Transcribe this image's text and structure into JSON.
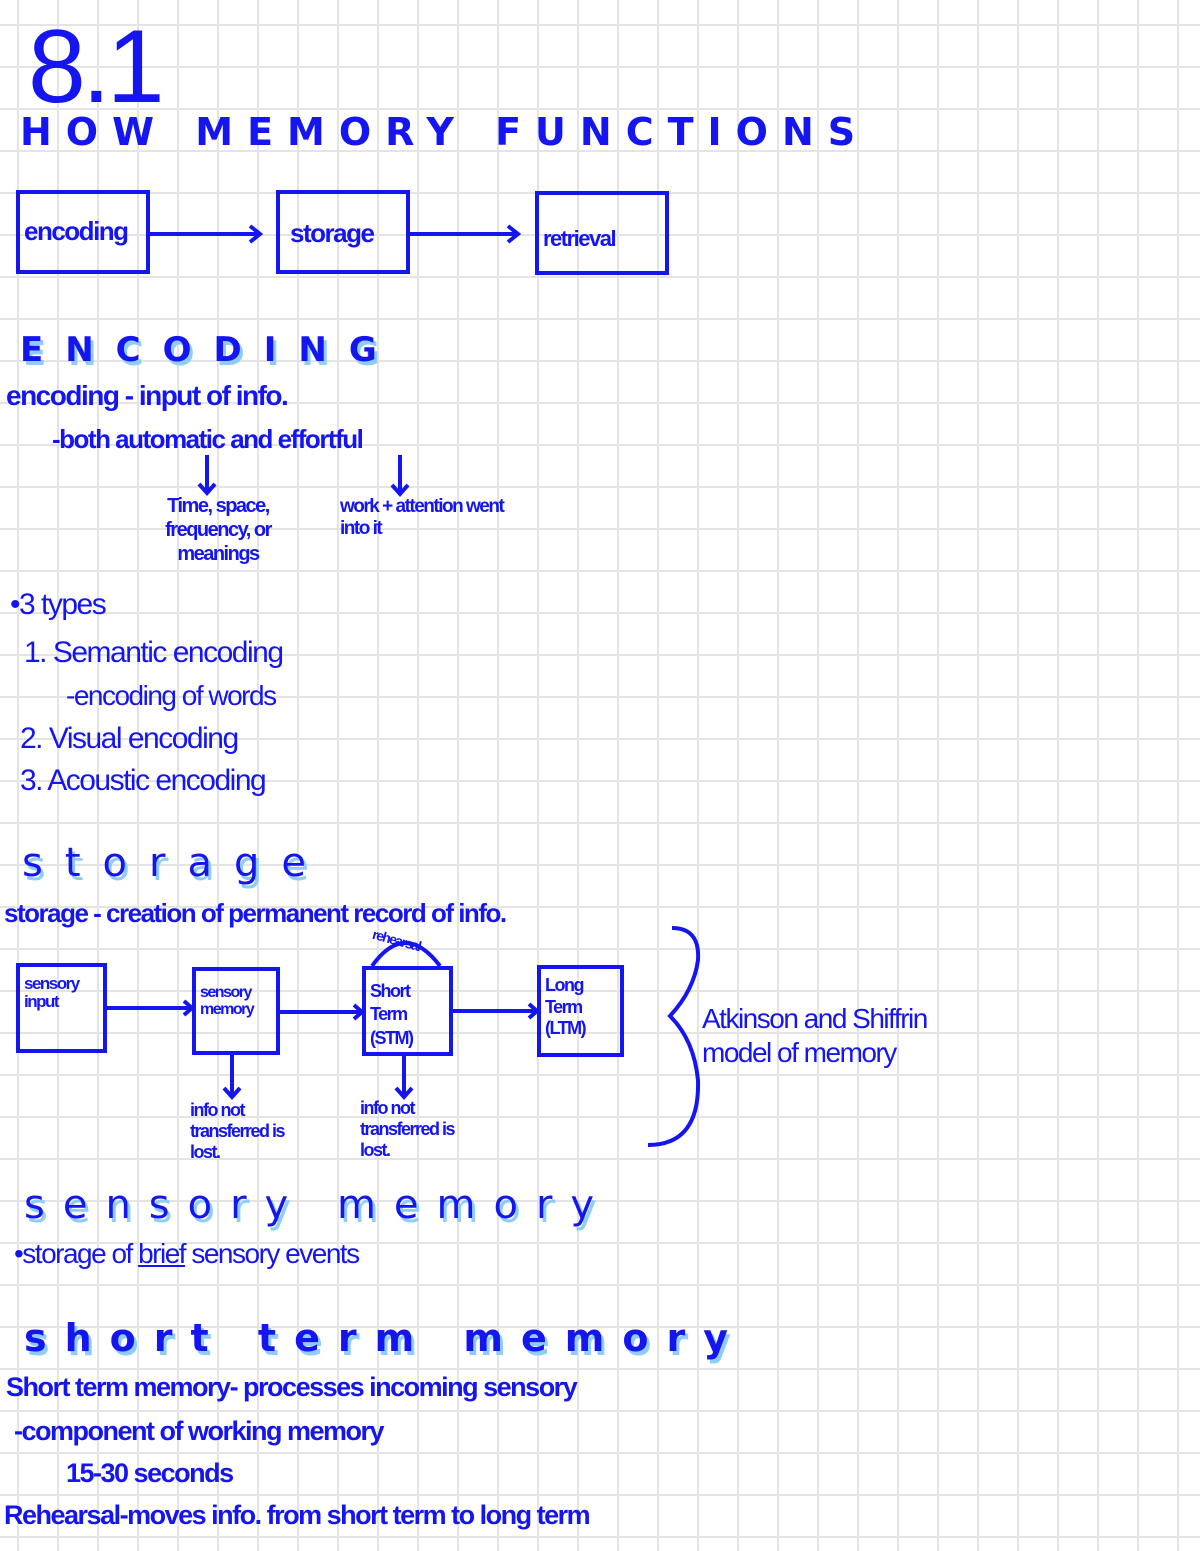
{
  "page": {
    "number": "8.1",
    "title": "HOW MEMORY FUNCTIONS",
    "flow": [
      "encoding",
      "storage",
      "retrieval"
    ],
    "encoding": {
      "heading": "ENCODING",
      "definition": "encoding - input of info.",
      "sub": "-both automatic and effortful",
      "automatic_note": "Time, space, frequency, or meanings",
      "effortful_note": "work + attention went into it",
      "types_label": "•3 types",
      "types": [
        "1. Semantic encoding",
        "-encoding of words",
        "2. Visual encoding",
        "3. Acoustic encoding"
      ]
    },
    "storage": {
      "heading": "storage",
      "definition": "storage - creation of permanent record of info.",
      "boxes": [
        "sensory input",
        "sensory memory",
        "Short Term (STM)",
        "Long Term (LTM)"
      ],
      "loop_label": "rehearsal",
      "sensory_loss": "info not transferred is lost.",
      "stm_loss": "info not transferred is lost.",
      "model_label": "Atkinson and Shiffrin model of memory"
    },
    "sensory_memory": {
      "heading": "sensory memory",
      "line_prefix": "•storage of ",
      "line_emph": "brief",
      "line_suffix": " sensory events"
    },
    "short_term_memory": {
      "heading": "short term memory",
      "lines": [
        "Short term memory- processes incoming sensory",
        "-component of working memory",
        "15-30 seconds",
        "Rehearsal-moves info. from short term to long term"
      ]
    }
  }
}
